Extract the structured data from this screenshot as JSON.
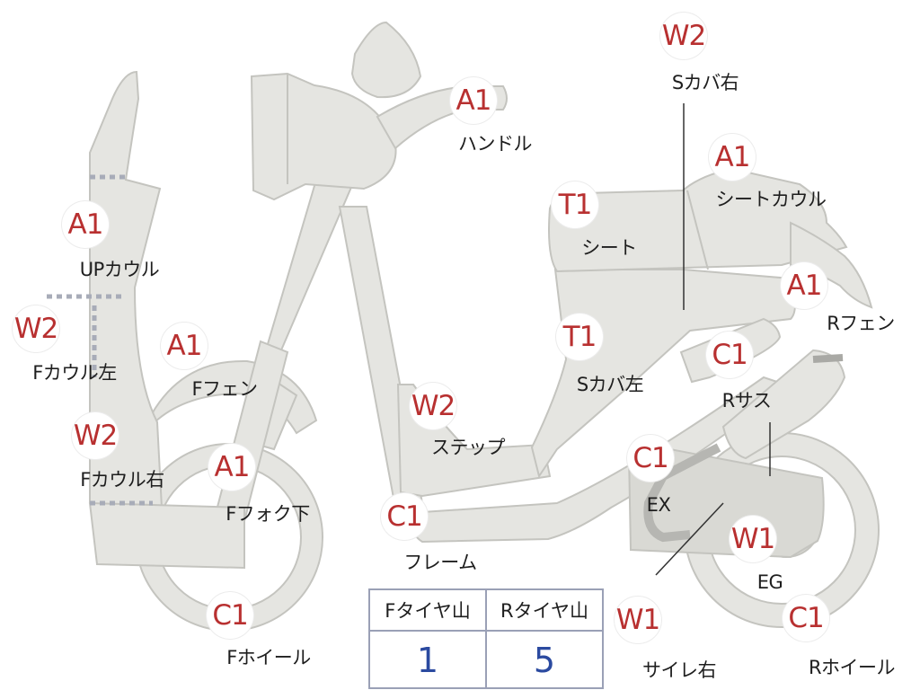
{
  "parts": [
    {
      "id": "handle",
      "grade": "A1",
      "label": "ハンドル"
    },
    {
      "id": "s-cover-right",
      "grade": "W2",
      "label": "Sカバ右"
    },
    {
      "id": "seat-cowl",
      "grade": "A1",
      "label": "シートカウル"
    },
    {
      "id": "seat",
      "grade": "T1",
      "label": "シート"
    },
    {
      "id": "r-fender",
      "grade": "A1",
      "label": "Rフェン"
    },
    {
      "id": "up-cowl",
      "grade": "A1",
      "label": "UPカウル"
    },
    {
      "id": "f-cowl-left",
      "grade": "W2",
      "label": "Fカウル左"
    },
    {
      "id": "f-cowl-right",
      "grade": "W2",
      "label": "Fカウル右"
    },
    {
      "id": "f-fender",
      "grade": "A1",
      "label": "Fフェン"
    },
    {
      "id": "f-fork-lower",
      "grade": "A1",
      "label": "Fフォク下"
    },
    {
      "id": "f-wheel",
      "grade": "C1",
      "label": "Fホイール"
    },
    {
      "id": "step",
      "grade": "W2",
      "label": "ステップ"
    },
    {
      "id": "s-cover-left",
      "grade": "T1",
      "label": "Sカバ左"
    },
    {
      "id": "frame",
      "grade": "C1",
      "label": "フレーム"
    },
    {
      "id": "r-suspension",
      "grade": "C1",
      "label": "Rサス"
    },
    {
      "id": "exhaust",
      "grade": "C1",
      "label": "EX"
    },
    {
      "id": "engine",
      "grade": "W1",
      "label": "EG"
    },
    {
      "id": "muffler-right",
      "grade": "W1",
      "label": "サイレ右"
    },
    {
      "id": "r-wheel",
      "grade": "C1",
      "label": "Rホイール"
    }
  ],
  "tread": {
    "front_label": "Fタイヤ山",
    "rear_label": "Rタイヤ山",
    "front_value": "1",
    "rear_value": "5"
  },
  "colors": {
    "grade_text": "#b83030",
    "tread_value": "#2b4aa0",
    "part_fill": "#e5e5e1"
  }
}
